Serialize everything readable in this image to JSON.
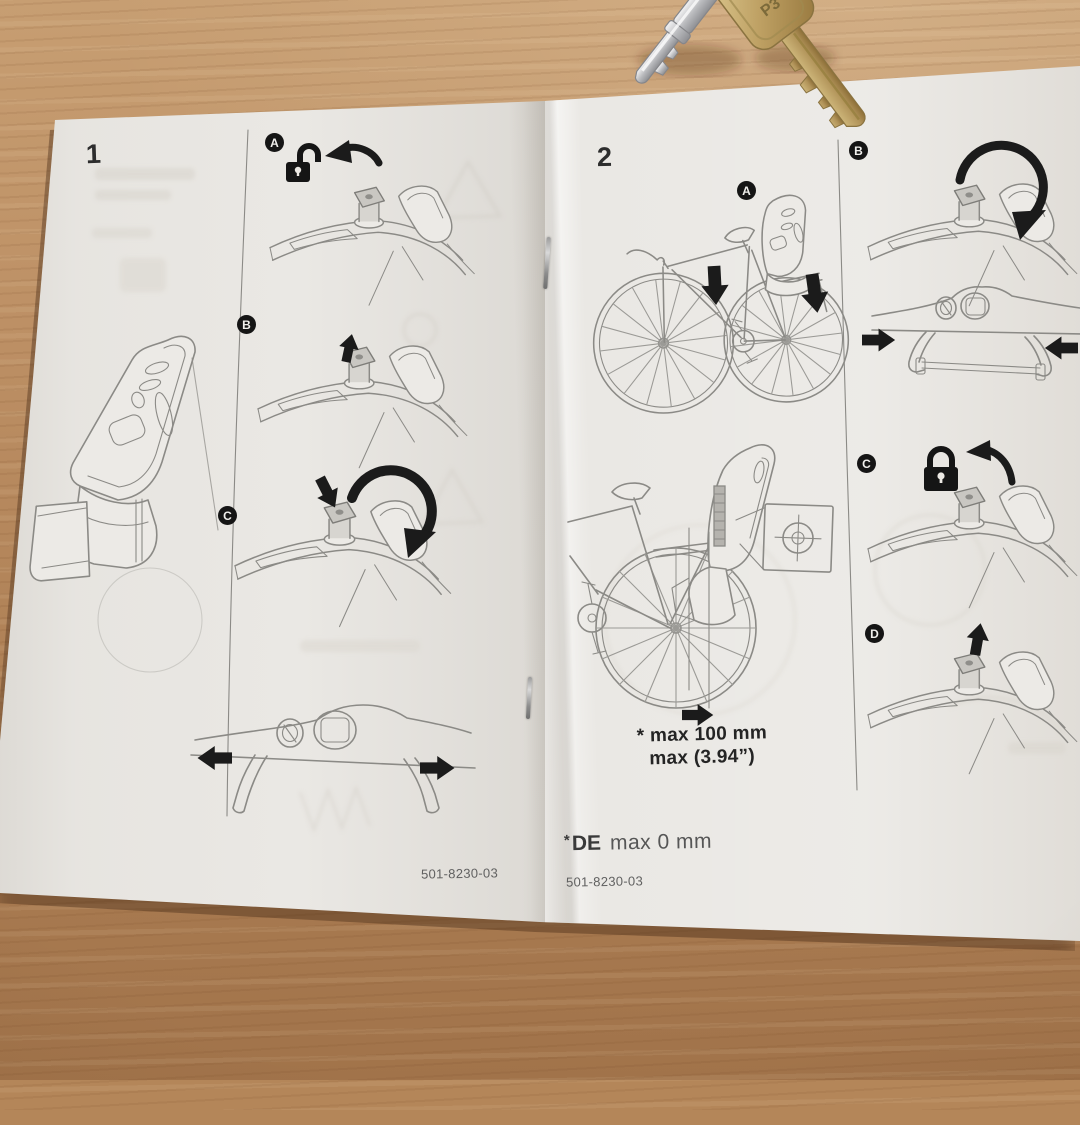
{
  "scene": {
    "setting": "printed instruction booklet lying on wooden desk",
    "keys": {
      "brass_key_stamp": "P3"
    }
  },
  "booklet": {
    "left_page": {
      "page_number": "1",
      "steps": [
        {
          "label": "A",
          "icons": [
            "unlock-icon",
            "rotate-counterclockwise-arrow"
          ]
        },
        {
          "label": "B",
          "icons": [
            "arrow-up"
          ]
        },
        {
          "label": "C",
          "icons": [
            "arrow-down",
            "rotate-clockwise-arrow"
          ]
        }
      ],
      "footer_code": "501-8230-03"
    },
    "right_page": {
      "page_number": "2",
      "steps": [
        {
          "label": "A",
          "icons": [
            "arrow-down",
            "arrow-down"
          ]
        },
        {
          "label": "B",
          "icons": [
            "rotate-clockwise-arrow"
          ]
        },
        {
          "label": "C",
          "icons": [
            "lock-icon",
            "rotate-counterclockwise-arrow"
          ]
        },
        {
          "label": "D",
          "icons": [
            "arrow-up"
          ]
        }
      ],
      "dimension_note": {
        "line1": "* max 100 mm",
        "line2": "max (3.94”)"
      },
      "de_note": {
        "star": "*",
        "label": "DE",
        "value": "max 0 mm"
      },
      "footer_code": "501-8230-03"
    }
  },
  "colors": {
    "paper": "#eae8e4",
    "ink": "#1b1b1b",
    "line_art": "#8b8a86",
    "wood": "#b48659"
  }
}
